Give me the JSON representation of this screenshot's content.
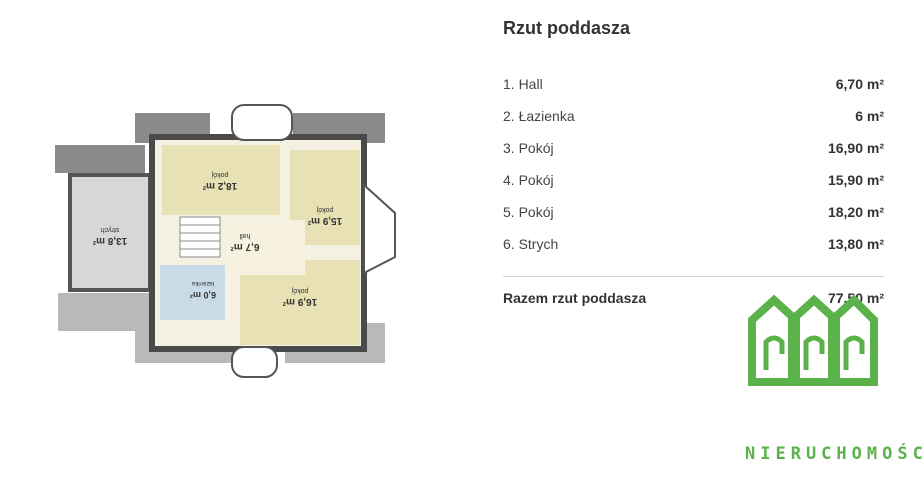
{
  "section": {
    "title": "Rzut poddasza"
  },
  "rooms": [
    {
      "label": "1. Hall",
      "area": "6,70 m²"
    },
    {
      "label": "2. Łazienka",
      "area": "6 m²"
    },
    {
      "label": "3. Pokój",
      "area": "16,90 m²"
    },
    {
      "label": "4. Pokój",
      "area": "15,90 m²"
    },
    {
      "label": "5. Pokój",
      "area": "18,20 m²"
    },
    {
      "label": "6. Strych",
      "area": "13,80 m²"
    }
  ],
  "total": {
    "label": "Razem rzut poddasza",
    "area": "77,50 m²"
  },
  "plan": {
    "labels": {
      "room_top": "pokój",
      "room_top_area": "18,2 m²",
      "room_right": "pokój",
      "room_right_area": "15,9 m²",
      "room_bottom": "pokój",
      "room_bottom_area": "16,9 m²",
      "hall": "hall",
      "hall_area": "6,7 m²",
      "bath": "łazienka",
      "bath_area": "6,0 m²",
      "attic": "strych",
      "attic_area": "13,8 m²"
    }
  },
  "brand": {
    "name": "NIERUCHOMOŚCI",
    "color": "#5bb14a"
  }
}
